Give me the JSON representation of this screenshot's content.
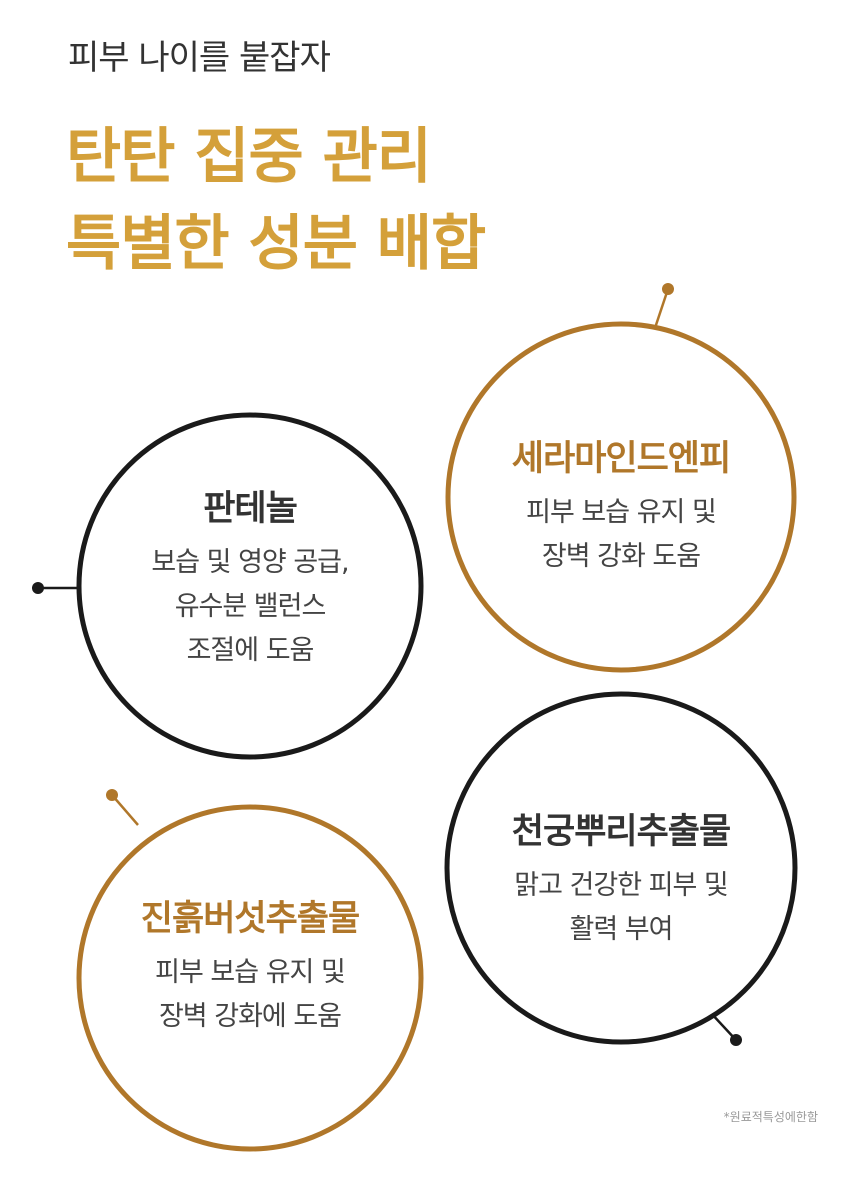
{
  "header": {
    "subtitle": "피부 나이를 붙잡자",
    "headline_line1": "탄탄 집중 관리",
    "headline_line2": "특별한 성분 배합"
  },
  "colors": {
    "gold": "#d4a03a",
    "brown": "#b0772a",
    "dark": "#1a1a1a"
  },
  "ingredients": [
    {
      "name": "판테놀",
      "lines": [
        "보습 및 영양 공급,",
        "유수분 밸런스",
        "조절에 도움"
      ]
    },
    {
      "name": "세라마인드엔피",
      "lines": [
        "피부 보습 유지 및",
        "장벽 강화 도움"
      ]
    },
    {
      "name": "천궁뿌리추출물",
      "lines": [
        "맑고 건강한 피부 및",
        "활력 부여"
      ]
    },
    {
      "name": "진흙버섯추출물",
      "lines": [
        "피부 보습 유지 및",
        "장벽 강화에 도움"
      ]
    }
  ],
  "footnote": "*원료적특성에한함"
}
